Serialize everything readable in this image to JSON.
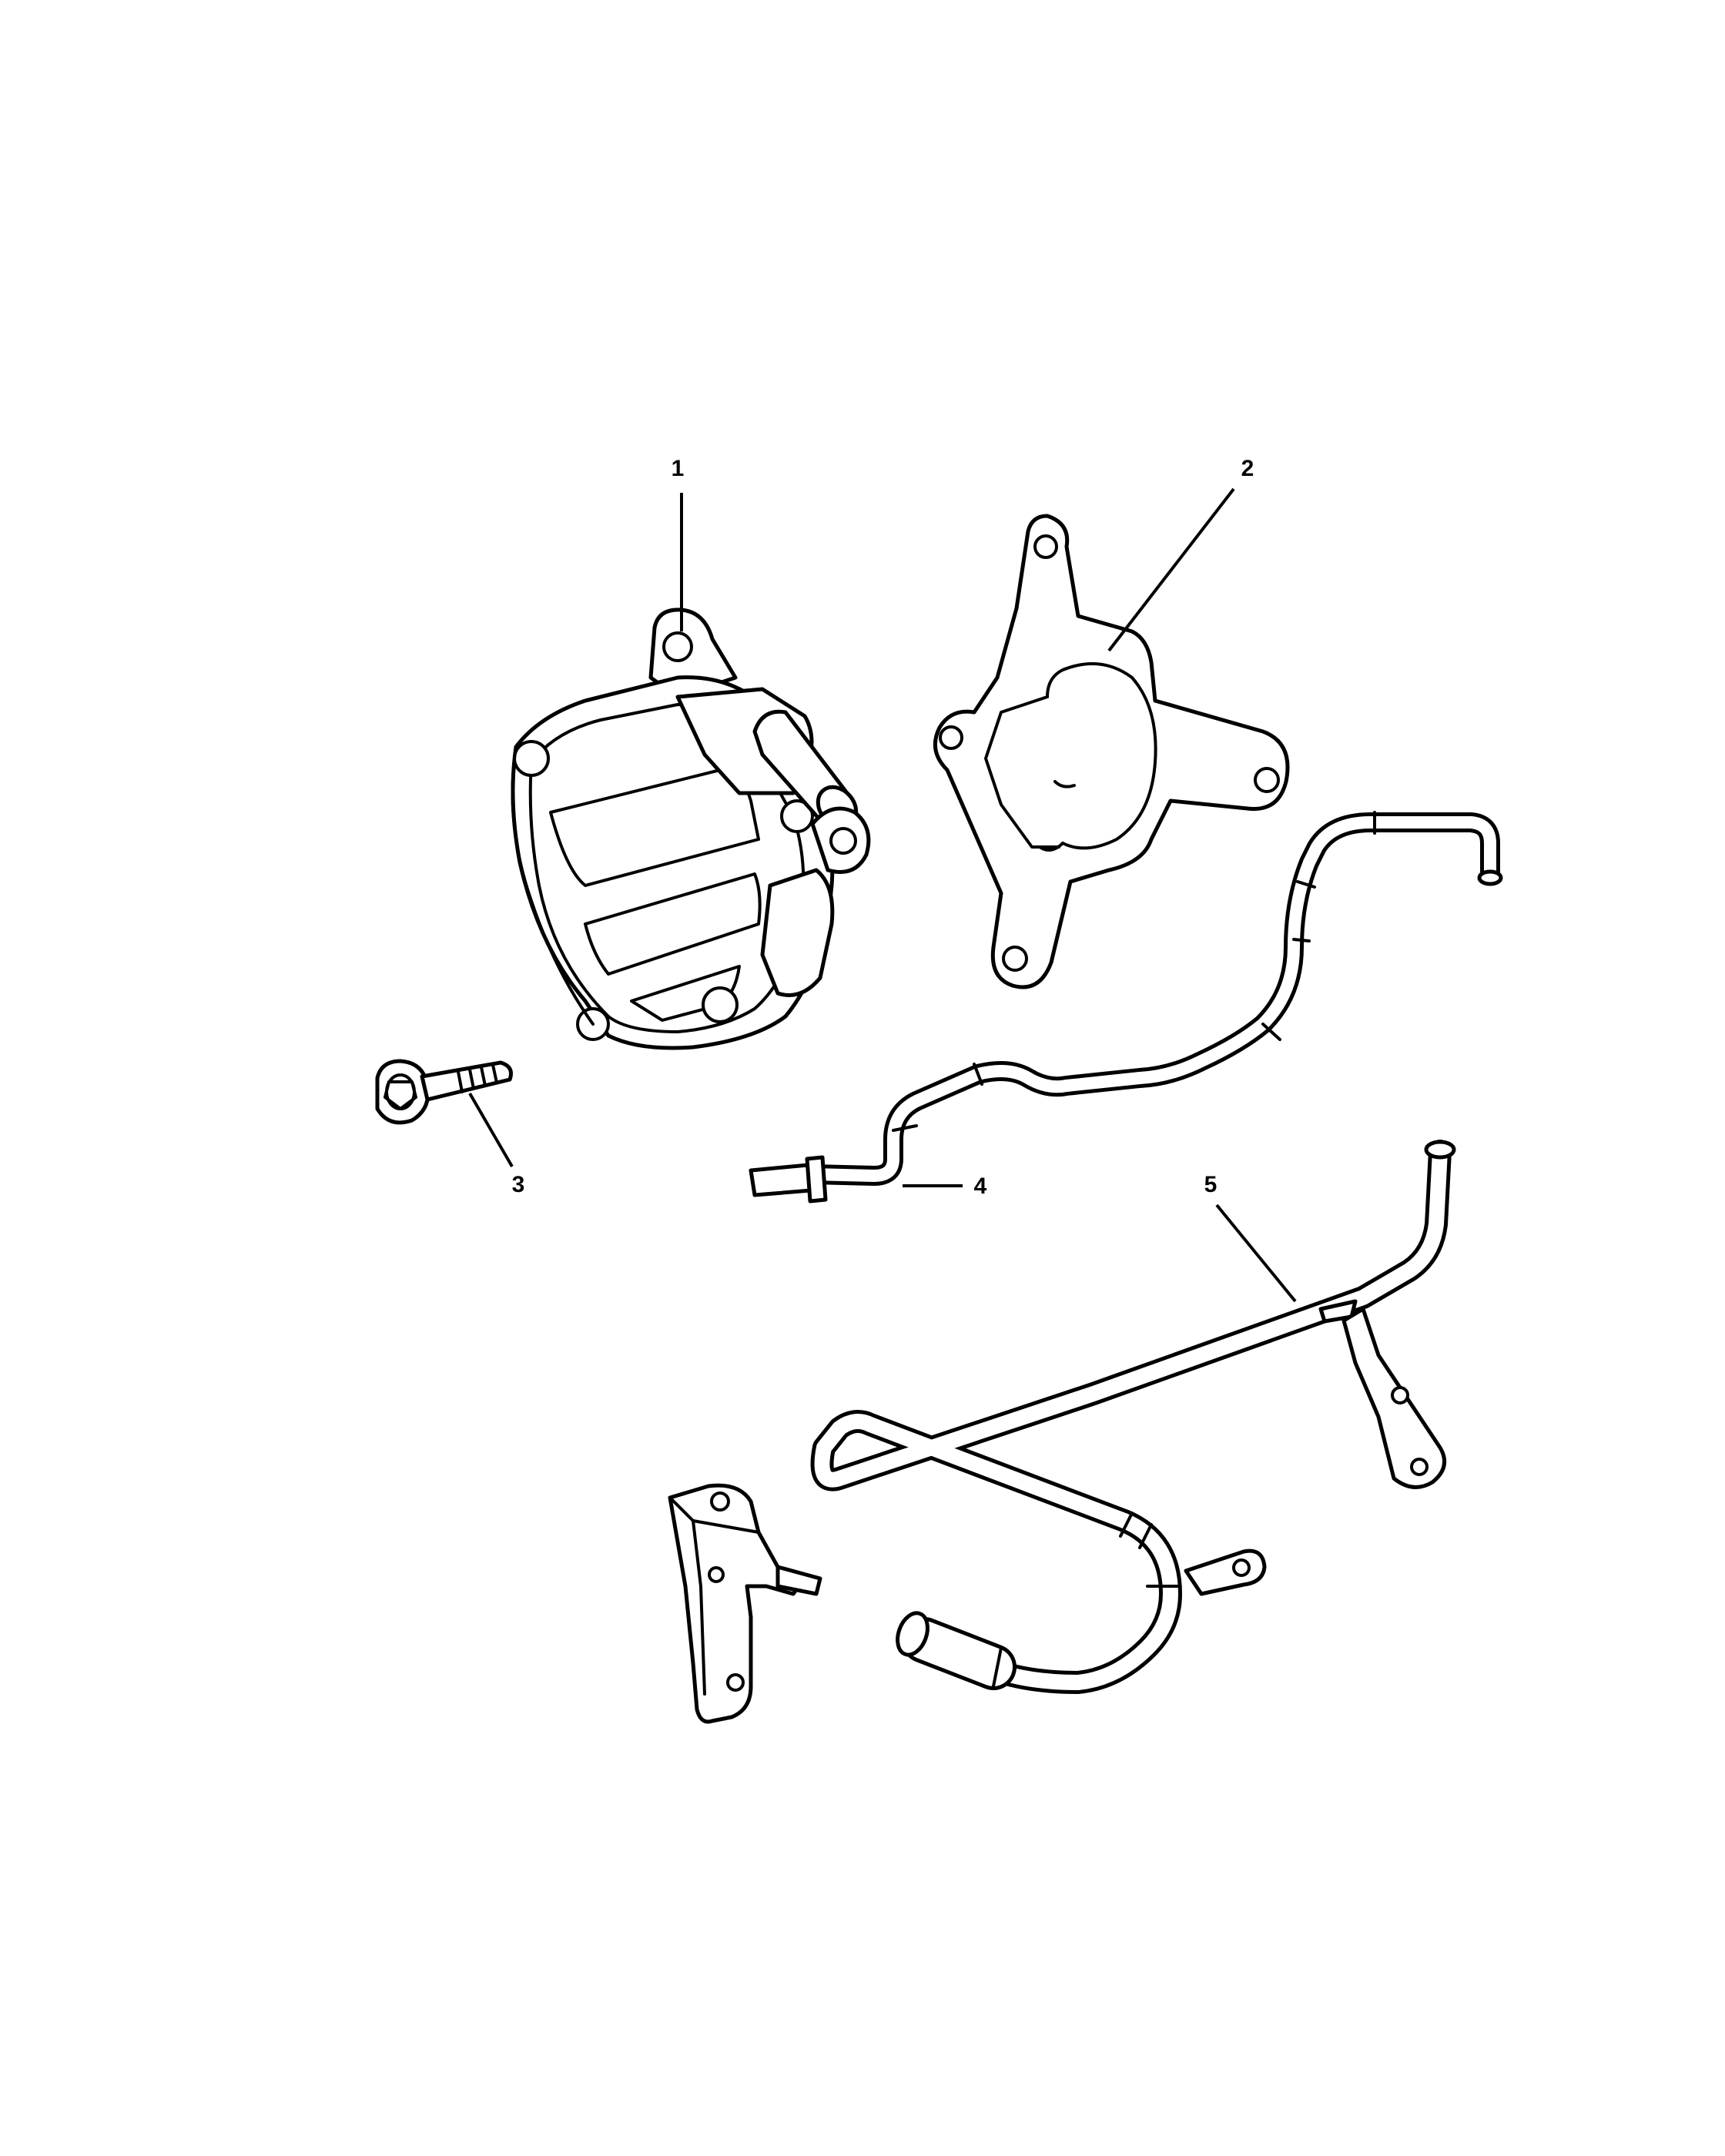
{
  "diagram": {
    "callouts": [
      {
        "id": "1",
        "text": "1"
      },
      {
        "id": "2",
        "text": "2"
      },
      {
        "id": "3",
        "text": "3"
      },
      {
        "id": "4",
        "text": "4"
      },
      {
        "id": "5",
        "text": "5"
      }
    ],
    "colors": {
      "line": "#000000",
      "background": "#ffffff"
    }
  }
}
